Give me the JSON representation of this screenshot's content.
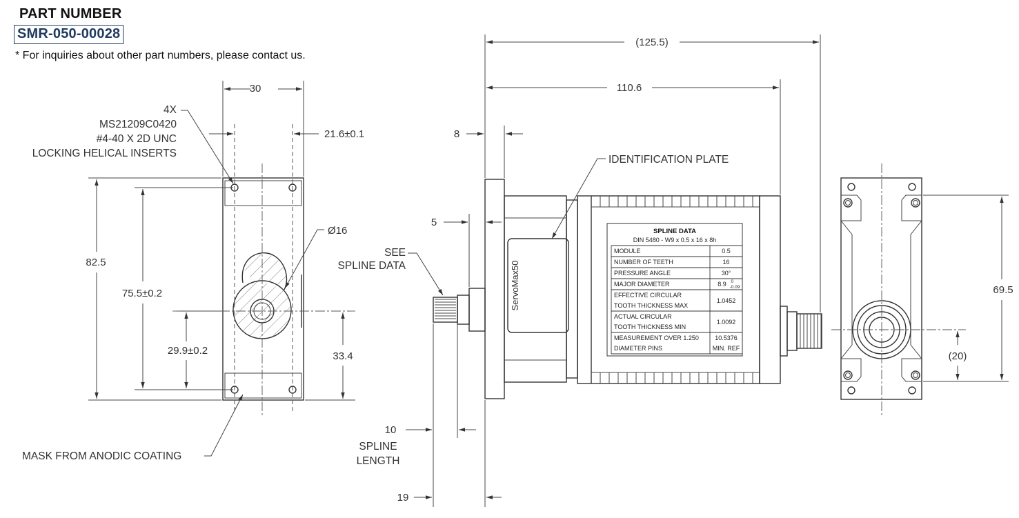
{
  "header": {
    "title": "PART NUMBER",
    "part_number": "SMR-050-00028",
    "note": "* For inquiries about other part numbers, please contact us."
  },
  "left_view": {
    "dim_width": "30",
    "dim_right": "21.6±0.1",
    "dim_height": "82.5",
    "dim_hole_spacing": "75.5±0.2",
    "dim_center_height": "29.9±0.2",
    "dim_right_height": "33.4",
    "dim_bore": "Ø16",
    "callout_inserts": [
      "4X",
      "MS21209C0420",
      "#4-40 X 2D UNC",
      "LOCKING HELICAL INSERTS"
    ],
    "callout_mask": "MASK FROM ANODIC COATING"
  },
  "center_view": {
    "dim_overall": "(125.5)",
    "dim_body": "110.6",
    "dim_flange": "8",
    "dim_pilot": "5",
    "dim_spline": "10",
    "dim_shaft": "19",
    "spline_length_label": [
      "SPLINE",
      "LENGTH"
    ],
    "see_spline_label": [
      "SEE",
      "SPLINE DATA"
    ],
    "id_plate_label": "IDENTIFICATION PLATE",
    "brand_text": "ServoMax50"
  },
  "spline_table": {
    "title": "SPLINE DATA",
    "subtitle": "DIN 5480 - W9 x 0.5 x 16 x 8h",
    "rows": [
      {
        "label": [
          "MODULE"
        ],
        "value": "0.5"
      },
      {
        "label": [
          "NUMBER OF TEETH"
        ],
        "value": "16"
      },
      {
        "label": [
          "PRESSURE ANGLE"
        ],
        "value": "30°"
      },
      {
        "label": [
          "MAJOR DIAMETER"
        ],
        "value": "8.9",
        "tol_upper": "0",
        "tol_lower": "-0.09"
      },
      {
        "label": [
          "EFFECTIVE CIRCULAR",
          "TOOTH THICKNESS MAX"
        ],
        "value": "1.0452"
      },
      {
        "label": [
          "ACTUAL CIRCULAR",
          "TOOTH THICKNESS MIN"
        ],
        "value": "1.0092"
      },
      {
        "label": [
          "MEASUREMENT OVER 1.250",
          "DIAMETER PINS"
        ],
        "value": [
          "10.5376",
          "MIN. REF"
        ]
      }
    ]
  },
  "right_view": {
    "dim_height": "69.5",
    "dim_center": "(20)"
  }
}
